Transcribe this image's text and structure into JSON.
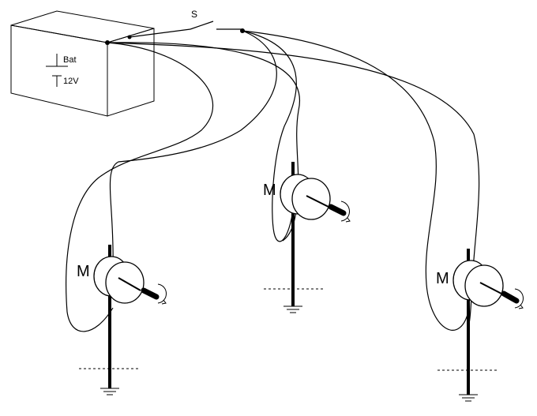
{
  "battery": {
    "name_label": "Bat",
    "voltage_label": "12V"
  },
  "switch": {
    "label": "S"
  },
  "motors": [
    {
      "label": "M"
    },
    {
      "label": "M"
    },
    {
      "label": "M"
    }
  ]
}
